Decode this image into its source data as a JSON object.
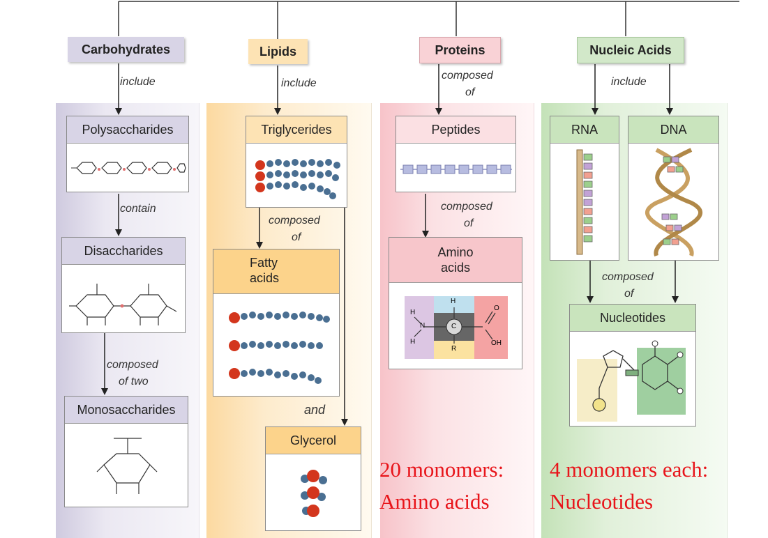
{
  "colors": {
    "carbohydrates": "#d8d4e6",
    "lipids": "#fde3b4",
    "proteins": "#f9d2d6",
    "nucleic_acids": "#d2e8c9",
    "annotation": "#e8141a"
  },
  "categories": {
    "carbohydrates": {
      "title": "Carbohydrates",
      "link_include": "include",
      "polysaccharides": "Polysaccharides",
      "link_contain": "contain",
      "disaccharides": "Disaccharides",
      "link_composed_1": "composed",
      "link_composed_2": "of two",
      "monosaccharides": "Monosaccharides"
    },
    "lipids": {
      "title": "Lipids",
      "link_include": "include",
      "triglycerides": "Triglycerides",
      "link_composed_1": "composed",
      "link_composed_2": "of",
      "fatty_acids_1": "Fatty",
      "fatty_acids_2": "acids",
      "link_and": "and",
      "glycerol": "Glycerol"
    },
    "proteins": {
      "title": "Proteins",
      "link_composed_1": "composed",
      "link_composed_2": "of",
      "peptides": "Peptides",
      "link_composed_b1": "composed",
      "link_composed_b2": "of",
      "amino_acids_1": "Amino",
      "amino_acids_2": "acids",
      "amino_h_top": "H",
      "amino_h_left1": "H",
      "amino_h_left2": "H",
      "amino_n": "N",
      "amino_c": "C",
      "amino_r": "R",
      "amino_o": "O",
      "amino_oh": "OH"
    },
    "nucleic_acids": {
      "title": "Nucleic Acids",
      "link_include": "include",
      "rna": "RNA",
      "dna": "DNA",
      "link_composed_1": "composed",
      "link_composed_2": "of",
      "nucleotides": "Nucleotides"
    }
  },
  "annotations": {
    "proteins_line1": "20 monomers:",
    "proteins_line2": "Amino acids",
    "nucleic_line1": "4 monomers each:",
    "nucleic_line2": "Nucleotides"
  }
}
